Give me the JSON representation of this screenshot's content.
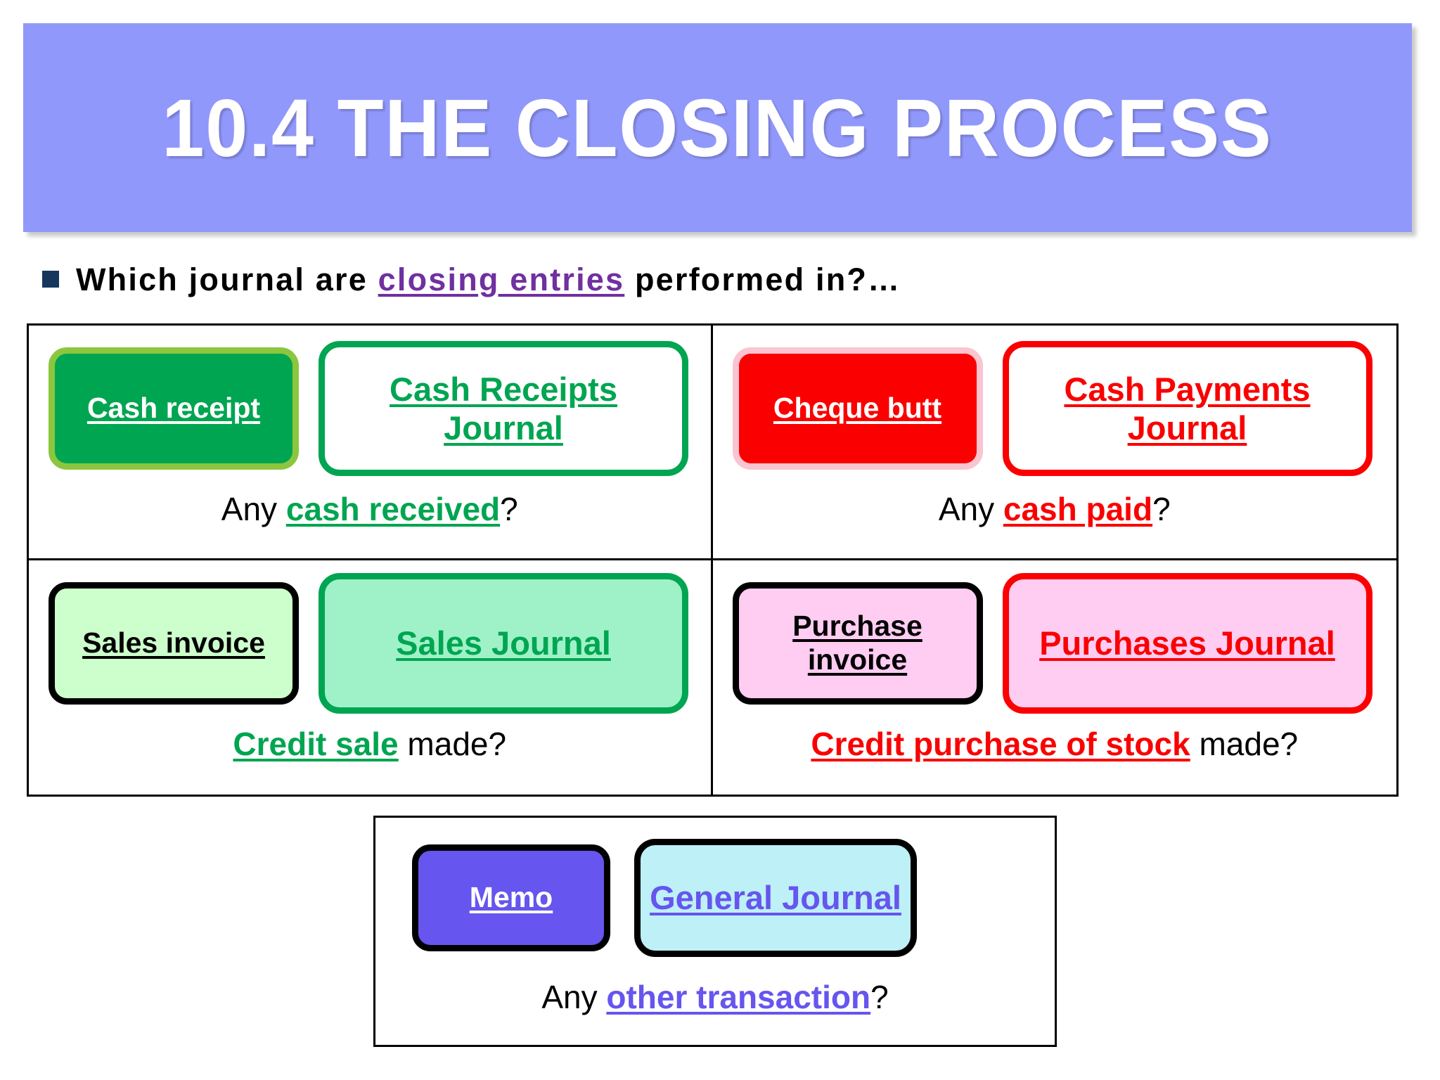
{
  "slide": {
    "title": "10.4 THE CLOSING PROCESS",
    "bullet": {
      "before": "Which journal are ",
      "highlight": "closing entries",
      "after": " performed in?…"
    }
  },
  "colors": {
    "banner": "#9198FB",
    "bullet_marker": "#17365D",
    "bullet_highlight": "#7030A0",
    "green": "#00A551",
    "light_green_border": "#8CC63E",
    "pale_green": "#CCFFCC",
    "mint_green": "#9FF2C8",
    "red": "#FA0000",
    "pale_pink": "#FAC4D0",
    "pink": "#FFCCF2",
    "purple": "#6655EE",
    "light_blue": "#BDF0F7",
    "black": "#000000",
    "white": "#FFFFFF"
  },
  "grid": [
    {
      "id": "cash-receipts",
      "source_document": "Cash receipt",
      "journal": "Cash Receipts Journal",
      "journal_line1": "Cash Receipts",
      "journal_line2": "Journal",
      "caption_before": "Any ",
      "caption_highlight": "cash received",
      "caption_after": "?"
    },
    {
      "id": "cash-payments",
      "source_document": "Cheque butt",
      "journal": "Cash Payments Journal",
      "journal_line1": "Cash Payments",
      "journal_line2": "Journal",
      "caption_before": "Any ",
      "caption_highlight": "cash paid",
      "caption_after": "?"
    },
    {
      "id": "sales",
      "source_document": "Sales invoice",
      "journal": "Sales Journal",
      "journal_line1": "Sales Journal",
      "journal_line2": "",
      "caption_before": "",
      "caption_highlight": "Credit sale",
      "caption_after": " made?"
    },
    {
      "id": "purchases",
      "source_document_line1": "Purchase",
      "source_document_line2": "invoice",
      "source_document": "Purchase invoice",
      "journal": "Purchases Journal",
      "journal_line1": "Purchases Journal",
      "journal_line2": "",
      "caption_before": "",
      "caption_highlight": "Credit purchase of stock",
      "caption_after": " made?"
    }
  ],
  "bottom": {
    "id": "general",
    "source_document": "Memo",
    "journal": "General Journal",
    "caption_before": "Any ",
    "caption_highlight": "other transaction",
    "caption_after": "?"
  }
}
